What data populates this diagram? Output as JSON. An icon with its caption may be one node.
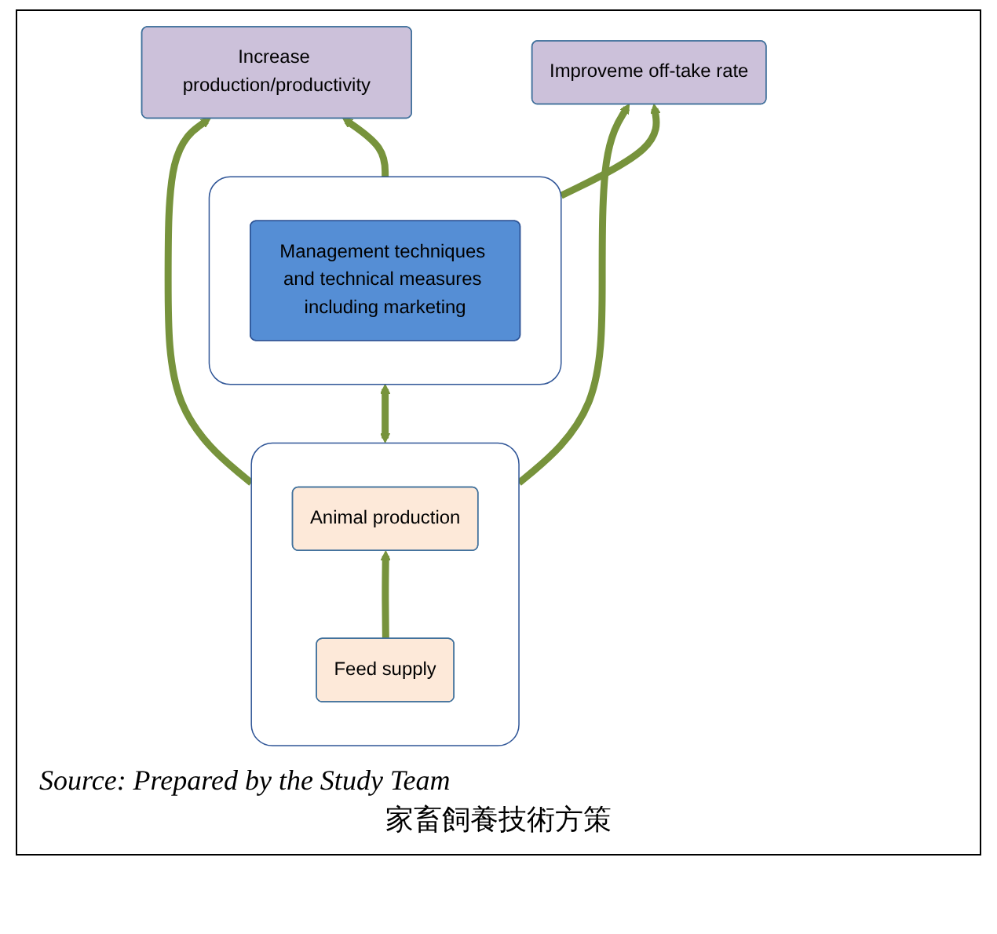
{
  "diagram": {
    "caption": "Source: Prepared by the Study Team",
    "nodes": [
      {
        "text": [
          "Increase production/productivity"
        ]
      },
      {
        "text": [
          "Improveme off-take rate"
        ]
      },
      {
        "text": [],
        "shape": "box"
      },
      {
        "text": [
          "Animal production"
        ],
        "in": 2
      },
      {
        "text": [
          "Feed supply"
        ],
        "in": 2
      },
      {
        "text": [],
        "shape": "box"
      },
      {
        "text": [
          "Management techniques and technical measures including marketing"
        ],
        "in": 5
      }
    ],
    "edges": [
      {
        "from": 4,
        "to": 3,
        "arrow": "to"
      },
      {
        "from": 2,
        "to": 0,
        "arrow": "to"
      },
      {
        "from": 2,
        "to": 1,
        "arrow": "to"
      },
      {
        "from": 5,
        "to": 0,
        "arrow": "to"
      },
      {
        "from": 5,
        "to": 1,
        "arrow": "to"
      },
      {
        "from": 2,
        "to": 5,
        "arrow": "both"
      }
    ],
    "labels": [
      "家畜飼養技術方策"
    ]
  }
}
